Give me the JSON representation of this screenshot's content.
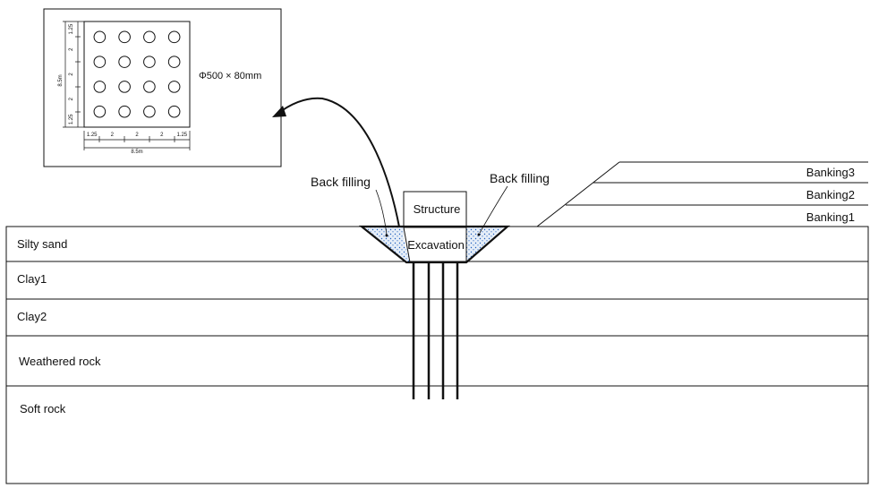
{
  "layers": [
    {
      "id": "silty-sand",
      "label": "Silty sand"
    },
    {
      "id": "clay1",
      "label": "Clay1"
    },
    {
      "id": "clay2",
      "label": "Clay2"
    },
    {
      "id": "weathered-rock",
      "label": "Weathered rock"
    },
    {
      "id": "soft-rock",
      "label": "Soft rock"
    }
  ],
  "banking": [
    {
      "label": "Banking1"
    },
    {
      "label": "Banking2"
    },
    {
      "label": "Banking3"
    }
  ],
  "structure_label": "Structure",
  "excavation_label": "Excavation",
  "backfill_left": "Back filling",
  "backfill_right": "Back filling",
  "inset": {
    "pile_spec": "Φ500 × 80mm",
    "grid": {
      "rows": 4,
      "cols": 4
    },
    "horizontal_dims": [
      "1.25",
      "2",
      "2",
      "2",
      "1.25"
    ],
    "horizontal_total": "8.5m",
    "vertical_dims": [
      "1.25",
      "2",
      "2",
      "2",
      "1.25"
    ],
    "vertical_total": "8.5m"
  },
  "colors": {
    "line": "#111111",
    "backfill_fill": "#e6eef8",
    "backfill_dot": "#1f5fbf"
  }
}
